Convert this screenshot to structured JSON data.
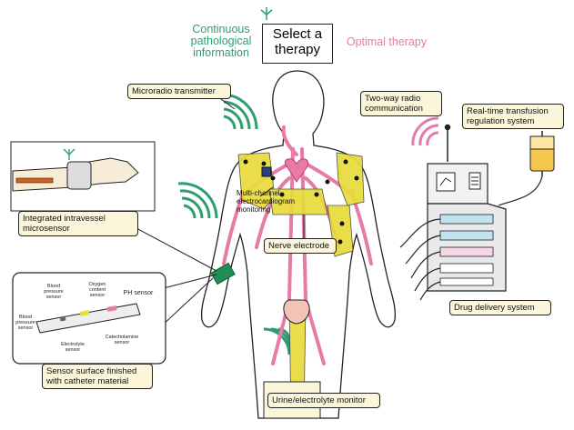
{
  "header": {
    "select_therapy": "Select a\ntherapy",
    "continuous_info": "Continuous\npathological\ninformation",
    "optimal_therapy": "Optimal therapy"
  },
  "labels": {
    "microradio": "Microradio transmitter",
    "two_way": "Two-way radio\ncommunication",
    "realtime": "Real-time transfusion\nregulation system",
    "multichannel": "Multi-channel\nelectrocardiogram\nmonitoring",
    "integrated": "Integrated intravessel\nmicrosensor",
    "nerve": "Nerve electrode",
    "drug": "Drug delivery system",
    "sensor_surface": "Sensor surface finished\nwith catheter material",
    "urine": "Urine/electrolyte monitor"
  },
  "sensor_parts": {
    "blood_pressure_top": "Blood\npressure\nsensor",
    "oxygen": "Oxygen\ncontent\nsensor",
    "ph": "PH sensor",
    "blood_pressure_left": "Blood\npressure\nsensor",
    "electrolyte": "Electrolyte\nsensor",
    "catecholamine": "Catecholamine\nsensor"
  },
  "colors": {
    "green": "#2e9e6e",
    "pink": "#e87aa8",
    "yellow": "#e8dc3a",
    "label_bg": "#fbf6d9"
  }
}
